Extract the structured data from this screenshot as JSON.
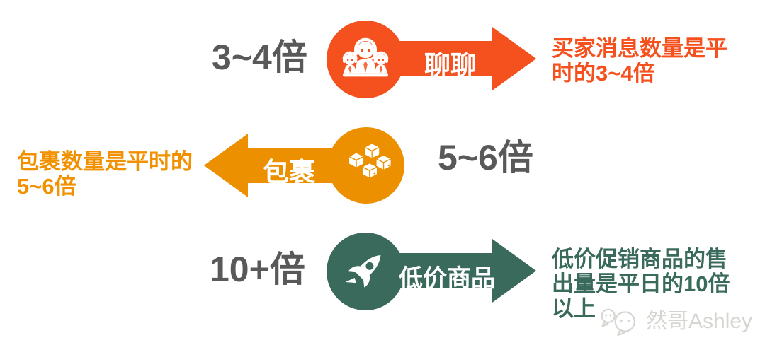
{
  "background": "#FFFFFF",
  "colors": {
    "chat_accent": "#F4511E",
    "parcel_accent": "#EC9000",
    "low_price_accent": "#3A6A5B",
    "multiplier_text": "#595959",
    "arrow_label_text": "#FFFFFF",
    "watermark_text": "#D5D5D1"
  },
  "rows": [
    {
      "id": "chat",
      "multiplier": "3~4倍",
      "arrow_label": "聊聊",
      "arrow_direction": "right",
      "icon": "customer-service-icon",
      "color": "#F4511E",
      "description": "买家消息数量是平\n时的3~4倍"
    },
    {
      "id": "parcel",
      "multiplier": "5~6倍",
      "arrow_label": "包裹",
      "arrow_direction": "left",
      "icon": "package-icon",
      "color": "#EC9000",
      "description": "包裹数量是平时的\n5~6倍"
    },
    {
      "id": "low_price",
      "multiplier": "10+倍",
      "arrow_label": "低价商品",
      "arrow_direction": "right",
      "icon": "rocket-icon",
      "color": "#3A6A5B",
      "description": "低价促销商品的售\n出量是平日的10倍\n以上"
    }
  ],
  "watermark": {
    "icon": "wechat-icon",
    "label": "然哥Ashley"
  }
}
